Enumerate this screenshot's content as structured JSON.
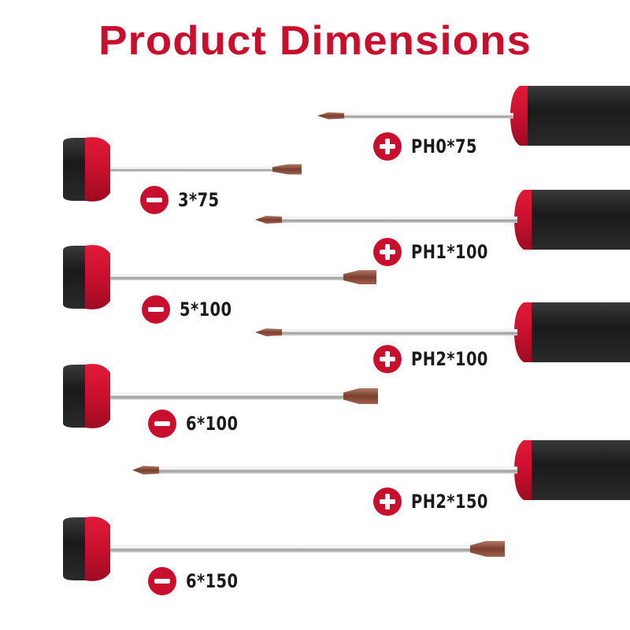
{
  "title": "Product Dimensions",
  "colors": {
    "brand_red": "#c8102e",
    "handle_black": "#1c1c1c",
    "tip_brown": "#8a4a36"
  },
  "screwdrivers": [
    {
      "type": "phillips",
      "icon": "plus-icon",
      "label": "PH0*75"
    },
    {
      "type": "slotted",
      "icon": "minus-icon",
      "label": "3*75"
    },
    {
      "type": "phillips",
      "icon": "plus-icon",
      "label": "PH1*100"
    },
    {
      "type": "slotted",
      "icon": "minus-icon",
      "label": "5*100"
    },
    {
      "type": "phillips",
      "icon": "plus-icon",
      "label": "PH2*100"
    },
    {
      "type": "slotted",
      "icon": "minus-icon",
      "label": "6*100"
    },
    {
      "type": "phillips",
      "icon": "plus-icon",
      "label": "PH2*150"
    },
    {
      "type": "slotted",
      "icon": "minus-icon",
      "label": "6*150"
    }
  ]
}
